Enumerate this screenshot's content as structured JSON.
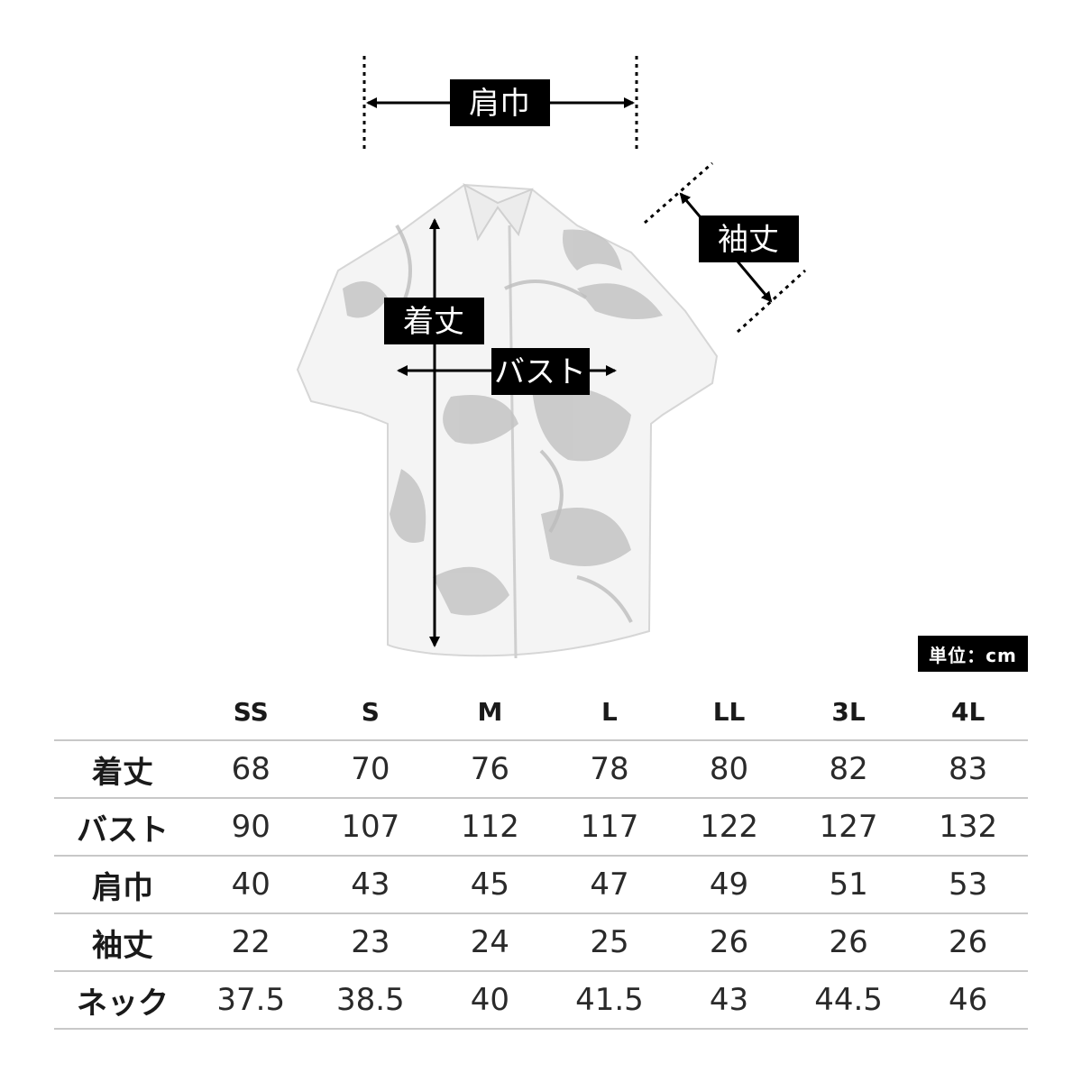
{
  "measurements": {
    "shoulder": "肩巾",
    "sleeve": "袖丈",
    "length": "着丈",
    "bust": "バスト"
  },
  "unit_label": "単位：cm",
  "size_table": {
    "headers": [
      "SS",
      "S",
      "M",
      "L",
      "LL",
      "3L",
      "4L"
    ],
    "rows": [
      {
        "label": "着丈",
        "values": [
          "68",
          "70",
          "76",
          "78",
          "80",
          "82",
          "83"
        ]
      },
      {
        "label": "バスト",
        "values": [
          "90",
          "107",
          "112",
          "117",
          "122",
          "127",
          "132"
        ]
      },
      {
        "label": "肩巾",
        "values": [
          "40",
          "43",
          "45",
          "47",
          "49",
          "51",
          "53"
        ]
      },
      {
        "label": "袖丈",
        "values": [
          "22",
          "23",
          "24",
          "25",
          "26",
          "26",
          "26"
        ]
      },
      {
        "label": "ネック",
        "values": [
          "37.5",
          "38.5",
          "40",
          "41.5",
          "43",
          "44.5",
          "46"
        ]
      }
    ]
  }
}
